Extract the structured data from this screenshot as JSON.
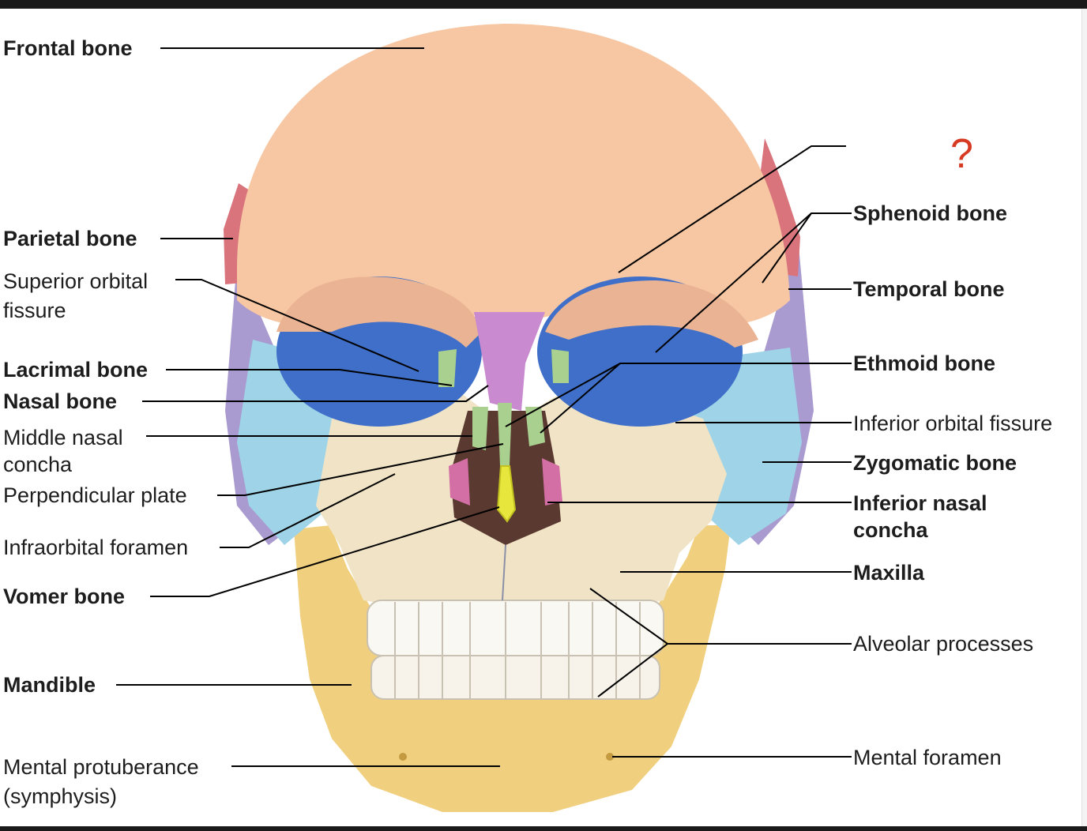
{
  "labels_left": [
    {
      "id": "frontal",
      "lines": [
        "Frontal bone"
      ],
      "bold": true
    },
    {
      "id": "parietal",
      "lines": [
        "Parietal bone"
      ],
      "bold": true
    },
    {
      "id": "superior-orbital-fissure",
      "lines": [
        "Superior orbital",
        "fissure"
      ],
      "bold": false
    },
    {
      "id": "lacrimal",
      "lines": [
        "Lacrimal bone"
      ],
      "bold": true
    },
    {
      "id": "nasal",
      "lines": [
        "Nasal bone"
      ],
      "bold": true
    },
    {
      "id": "middle-nasal-concha",
      "lines": [
        "Middle nasal",
        "concha"
      ],
      "bold": false
    },
    {
      "id": "perpendicular-plate",
      "lines": [
        "Perpendicular plate"
      ],
      "bold": false
    },
    {
      "id": "infraorbital-foramen",
      "lines": [
        "Infraorbital foramen"
      ],
      "bold": false
    },
    {
      "id": "vomer",
      "lines": [
        "Vomer bone"
      ],
      "bold": true
    },
    {
      "id": "mandible",
      "lines": [
        "Mandible"
      ],
      "bold": true
    },
    {
      "id": "mental-protuberance",
      "lines": [
        "Mental protuberance",
        "(symphysis)"
      ],
      "bold": false
    }
  ],
  "labels_right": [
    {
      "id": "sphenoid",
      "lines": [
        "Sphenoid bone"
      ],
      "bold": true
    },
    {
      "id": "temporal",
      "lines": [
        "Temporal bone"
      ],
      "bold": true
    },
    {
      "id": "ethmoid",
      "lines": [
        "Ethmoid bone"
      ],
      "bold": true
    },
    {
      "id": "inferior-orbital-fissure",
      "lines": [
        "Inferior orbital fissure"
      ],
      "bold": false
    },
    {
      "id": "zygomatic",
      "lines": [
        "Zygomatic bone"
      ],
      "bold": true
    },
    {
      "id": "inferior-nasal-concha",
      "lines": [
        "Inferior nasal",
        "concha"
      ],
      "bold": true
    },
    {
      "id": "maxilla",
      "lines": [
        "Maxilla"
      ],
      "bold": true
    },
    {
      "id": "alveolar-processes",
      "lines": [
        "Alveolar processes"
      ],
      "bold": false
    },
    {
      "id": "mental-foramen",
      "lines": [
        "Mental foramen"
      ],
      "bold": false
    }
  ],
  "unknown_label": "?",
  "colors": {
    "frontal": "#f6c7a2",
    "parietal": "#d9747c",
    "temporal": "#a99ad0",
    "sphenoid": "#3f6fc8",
    "zygomatic": "#9fd4e8",
    "maxilla": "#f1e4c6",
    "mandible": "#f0d07f",
    "nasal": "#c98ad0",
    "ethmoid": "#a9d08e",
    "vomer": "#e6e63c",
    "teeth": "#faf8f2",
    "question_mark": "#d63a22"
  }
}
